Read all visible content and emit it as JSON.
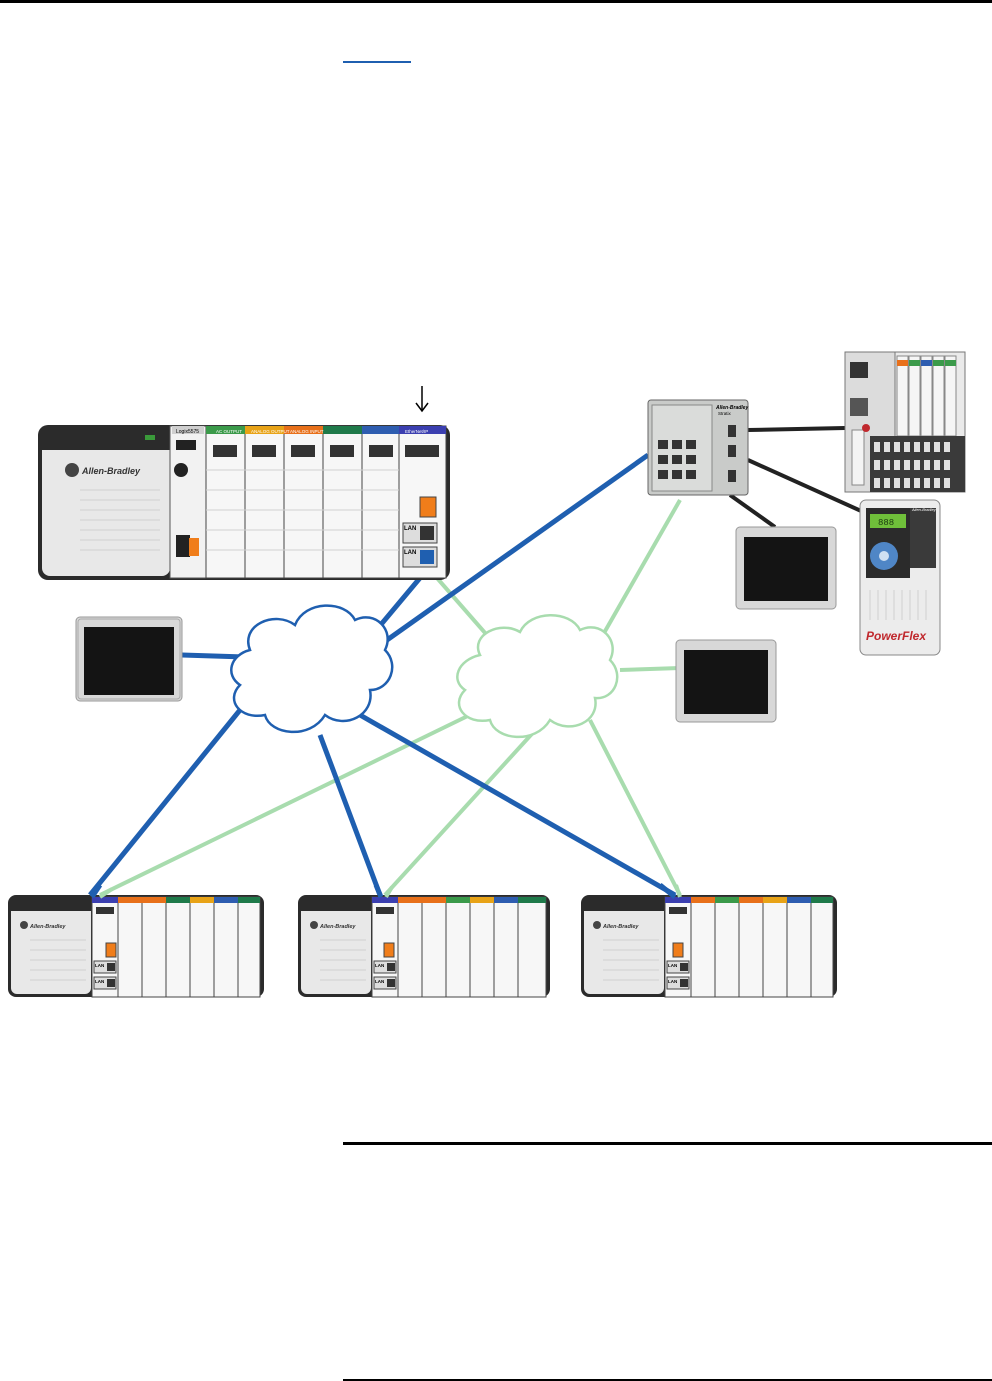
{
  "document": {
    "header_rule": true,
    "link_text": "",
    "body_text": ""
  },
  "diagram": {
    "primary_network_color": "#1f5fb0",
    "secondary_network_color": "#a8dcae",
    "device_link_color": "#222222",
    "main_chassis": {
      "brand": "Allen-Bradley",
      "controller_label": "Logix5575",
      "module_labels": [
        "AC OUTPUT",
        "ANALOG OUTPUT",
        "ANALOG INPUT",
        "",
        "",
        "EtherNet/IP"
      ],
      "port_labels": [
        "LAN",
        "LAN"
      ]
    },
    "remote_chassis": [
      {
        "brand": "Allen-Bradley",
        "port_labels": [
          "LAN",
          "LAN"
        ]
      },
      {
        "brand": "Allen-Bradley",
        "port_labels": [
          "LAN",
          "LAN"
        ]
      },
      {
        "brand": "Allen-Bradley",
        "port_labels": [
          "LAN",
          "LAN"
        ]
      }
    ],
    "switch": {
      "brand": "Allen-Bradley",
      "model": "Stratix"
    },
    "drive": {
      "brand": "Allen-Bradley",
      "product": "PowerFlex",
      "display": "888"
    }
  }
}
